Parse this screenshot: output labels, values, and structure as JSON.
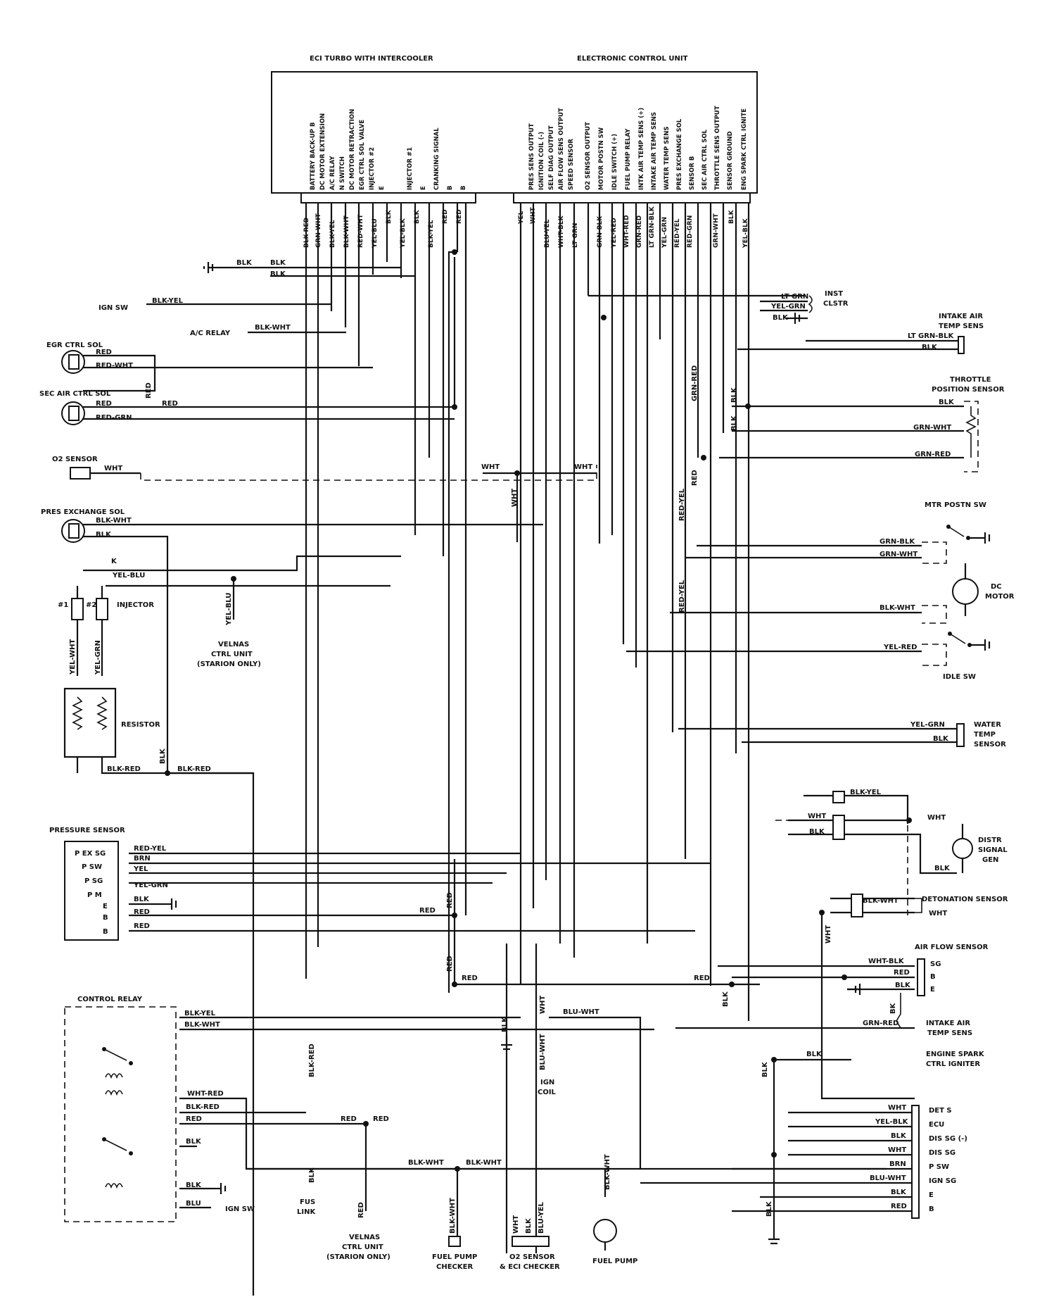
{
  "header": {
    "left_title": "ECI TURBO WITH INTERCOOLER",
    "right_title": "ELECTRONIC CONTROL UNIT"
  },
  "ecu_terminals": [
    "BATTERY BACK-UP B",
    "DC MOTOR EXTENSION",
    "A/C RELAY",
    "N SWITCH",
    "DC MOTOR RETRACTION",
    "EGR CTRL SOL VALVE",
    "INJECTOR #2",
    "E",
    "INJECTOR #1",
    "E",
    "CRANKING SIGNAL",
    "B",
    "B",
    "PRES SENS OUTPUT",
    "IGNITION COIL (-)",
    "SELF DIAG OUTPUT",
    "AIR FLOW SENS OUTPUT",
    "SPEED SENSOR",
    "O2 SENSOR OUTPUT",
    "MOTOR POSTN SW",
    "IDLE SWITCH (+)",
    "FUEL PUMP RELAY",
    "INTK AIR TEMP SENS (+)",
    "INTAKE AIR TEMP SENS",
    "WATER TEMP SENS",
    "PRES EXCHANGE SOL",
    "SENSOR B",
    "SEC AIR CTRL SOL",
    "THROTTLE SENS OUTPUT",
    "SENSOR GROUND",
    "ENG SPARK CTRL IGNITE"
  ],
  "ecu_wire_colors": [
    "BLK-RED",
    "GRN-WHT",
    "BLK-YEL",
    "BLK-WHT",
    "RED-WHT",
    "YEL-BLU",
    "BLK",
    "YEL-BLK",
    "BLK",
    "BLK-YEL",
    "RED",
    "RED",
    "YEL",
    "WHT",
    "BLU-YEL",
    "WHT-BLK",
    "LT GRN",
    "GRN-BLK",
    "YEL-RED",
    "WHT-RED",
    "GRN-RED",
    "LT GRN-BLK",
    "YEL-GRN",
    "RED-YEL",
    "RED-GRN",
    "GRN-WHT",
    "BLK",
    "YEL-BLK"
  ],
  "left_components": {
    "ground_blk1": "BLK",
    "ground_blk2": "BLK",
    "ign_sw": "IGN SW",
    "ign_sw_wire": "BLK-YEL",
    "ac_relay": "A/C RELAY",
    "ac_relay_wire": "BLK-WHT",
    "egr_title": "EGR CTRL SOL",
    "egr_w1": "RED",
    "egr_w2": "RED-WHT",
    "sec_title": "SEC AIR CTRL SOL",
    "sec_w1": "RED",
    "sec_w2": "RED-GRN",
    "sec_red": "RED",
    "sec_vert": "RED",
    "o2_title": "O2 SENSOR",
    "o2_w": "WHT",
    "pes_title": "PRES EXCHANGE SOL",
    "pes_w1": "BLK-WHT",
    "pes_w2": "BLK",
    "inj_num1": "#1",
    "inj_num2": "#2",
    "inj_title": "INJECTOR",
    "inj_top": "K",
    "inj_yelblu": "YEL-BLU",
    "inj_w1": "YEL-WHT",
    "inj_w2": "YEL-GRN",
    "resistor": "RESISTOR",
    "res_w1": "BLK-RED",
    "res_w2": "BLK-RED",
    "res_vert": "BLK",
    "velnas1_wire": "YEL-BLU",
    "velnas1_a": "VELNAS",
    "velnas1_b": "CTRL UNIT",
    "velnas1_c": "(STARION ONLY)"
  },
  "pressure_sensor": {
    "title": "PRESSURE SENSOR",
    "pins": [
      "P EX SG",
      "P SW",
      "P SG",
      "P M",
      "E",
      "B",
      "B"
    ],
    "wires": [
      "RED-YEL",
      "BRN",
      "YEL",
      "YEL-GRN",
      "BLK",
      "RED",
      "RED"
    ]
  },
  "control_relay": {
    "title": "CONTROL RELAY",
    "wires": [
      "BLK-YEL",
      "BLK-WHT",
      "WHT-RED",
      "BLK-RED",
      "RED",
      "BLK",
      "BLK",
      "BLU"
    ],
    "ign_sw": "IGN SW"
  },
  "bottom": {
    "fus_wire": "BLK-RED",
    "fus_wire2": "BLK",
    "fus_a": "FUS",
    "fus_b": "LINK",
    "red_a": "RED",
    "red_b": "RED",
    "velnas2_wire": "RED",
    "velnas2_a": "VELNAS",
    "velnas2_b": "CTRL UNIT",
    "velnas2_c": "(STARION ONLY)",
    "blkwht_a": "BLK-WHT",
    "blkwht_b": "BLK-WHT",
    "fpc_wire": "BLK-WHT",
    "fpc_a": "FUEL PUMP",
    "fpc_b": "CHECKER",
    "o2c_w1": "WHT",
    "o2c_w2": "BLK",
    "o2c_w3": "BLU-YEL",
    "o2c_a": "O2 SENSOR",
    "o2c_b": "& ECI CHECKER",
    "fp_wire": "BLK-WHT",
    "fp_label": "FUEL PUMP",
    "ign_coil_a": "IGN",
    "ign_coil_b": "COIL",
    "ign_coil_wire": "BLU-WHT",
    "ign_coil_wire2": "WHT",
    "blu_wht": "BLU-WHT",
    "blk_gnd": "BLK",
    "mid_red1": "RED",
    "mid_red2": "RED",
    "mid_red3": "RED",
    "mid_red4": "RED",
    "mid_red5": "RED",
    "mid_blk": "BLK",
    "o2_wht1": "WHT",
    "o2_wht2": "WHT",
    "o2_wht3": "WHT",
    "redyel_a": "RED-YEL",
    "redyel_b": "RED-YEL",
    "red_vert": "RED",
    "grnred_vert": "GRN-RED",
    "blk_v1": "BLK",
    "blk_v2": "BLK"
  },
  "right_components": {
    "inst_w1": "LT GRN",
    "inst_w2": "YEL-GRN",
    "inst_w3": "BLK",
    "inst_a": "INST",
    "inst_b": "CLSTR",
    "iat_title_a": "INTAKE AIR",
    "iat_title_b": "TEMP SENS",
    "iat_w1": "LT GRN-BLK",
    "iat_w2": "BLK",
    "tps_title_a": "THROTTLE",
    "tps_title_b": "POSITION SENSOR",
    "tps_w1": "BLK",
    "tps_w2": "GRN-WHT",
    "tps_w3": "GRN-RED",
    "mps_title": "MTR POSTN SW",
    "mps_w1": "GRN-BLK",
    "mps_w2": "GRN-WHT",
    "dc_a": "DC",
    "dc_b": "MOTOR",
    "dc_w": "BLK-WHT",
    "idle_w": "YEL-RED",
    "idle_title": "IDLE SW",
    "wts_w1": "YEL-GRN",
    "wts_w2": "BLK",
    "wts_a": "WATER",
    "wts_b": "TEMP",
    "wts_c": "SENSOR",
    "dsg_w1": "BLK-YEL",
    "dsg_w2": "WHT",
    "dsg_w3": "BLK",
    "dsg_w4": "WHT",
    "dsg_w5": "BLK",
    "dsg_a": "DISTR",
    "dsg_b": "SIGNAL",
    "dsg_c": "GEN",
    "det_title": "DETONATION SENSOR",
    "det_w1": "BLK-WHT",
    "det_w2": "WHT",
    "det_vert": "WHT",
    "afs_title": "AIR FLOW SENSOR",
    "afs_w1": "WHT-BLK",
    "afs_w2": "RED",
    "afs_w3": "BLK",
    "afs_p1": "SG",
    "afs_p2": "B",
    "afs_p3": "E",
    "afs_bk": "BK",
    "iat2_w": "GRN-RED",
    "iat2_a": "INTAKE AIR",
    "iat2_b": "TEMP SENS",
    "esci_a": "ENGINE SPARK",
    "esci_b": "CTRL IGNITER",
    "esci_blk": "BLK",
    "esci_blk_v": "BLK",
    "esci_wires": [
      "WHT",
      "YEL-BLK",
      "BLK",
      "WHT",
      "BRN",
      "BLU-WHT",
      "BLK",
      "RED"
    ],
    "esci_pins": [
      "DET S",
      "ECU",
      "DIS SG (-)",
      "DIS SG",
      "P SW",
      "IGN SG",
      "E",
      "B"
    ],
    "gnd_blk": "BLK"
  }
}
